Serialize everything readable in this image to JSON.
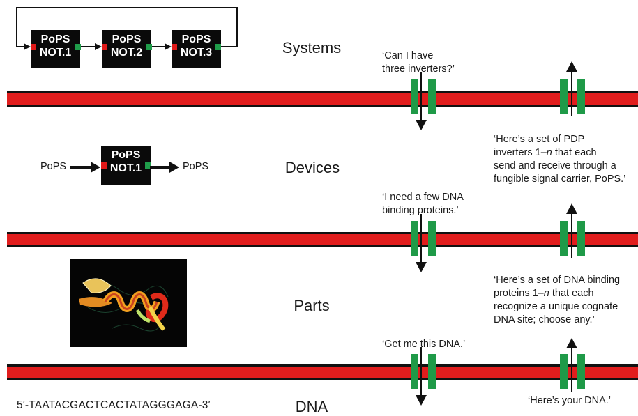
{
  "levels": {
    "systems": "Systems",
    "devices": "Devices",
    "parts": "Parts",
    "dna": "DNA"
  },
  "systems_diagram": {
    "boxes": [
      {
        "line1": "PoPS",
        "line2": "NOT.1"
      },
      {
        "line1": "PoPS",
        "line2": "NOT.2"
      },
      {
        "line1": "PoPS",
        "line2": "NOT.3"
      }
    ]
  },
  "devices_diagram": {
    "input_label": "PoPS",
    "output_label": "PoPS",
    "box": {
      "line1": "PoPS",
      "line2": "NOT.1"
    }
  },
  "dna_sequence": "5′-TAATACGACTCACTATAGGGAGA-3′",
  "quotes": {
    "systems_request": "‘Can I have\nthree inverters?’",
    "systems_reply": "‘Here’s a set of PDP\ninverters 1–n that each\nsend and receive through a\nfungible signal carrier, PoPS.’",
    "devices_request": "‘I need a few DNA\nbinding proteins.’",
    "devices_reply": "‘Here’s a set of DNA binding\nproteins 1–n that each\nrecognize a unique cognate\nDNA site; choose any.’",
    "parts_request": "‘Get me this DNA.’",
    "parts_reply": "‘Here’s your DNA.’"
  },
  "colors": {
    "bus_red": "#e11d1d",
    "bus_outline": "#111111",
    "gene_green": "#1f9a48",
    "box_black": "#0a0a0a",
    "pin_red": "#e01919",
    "pin_green": "#1f9d4a"
  }
}
